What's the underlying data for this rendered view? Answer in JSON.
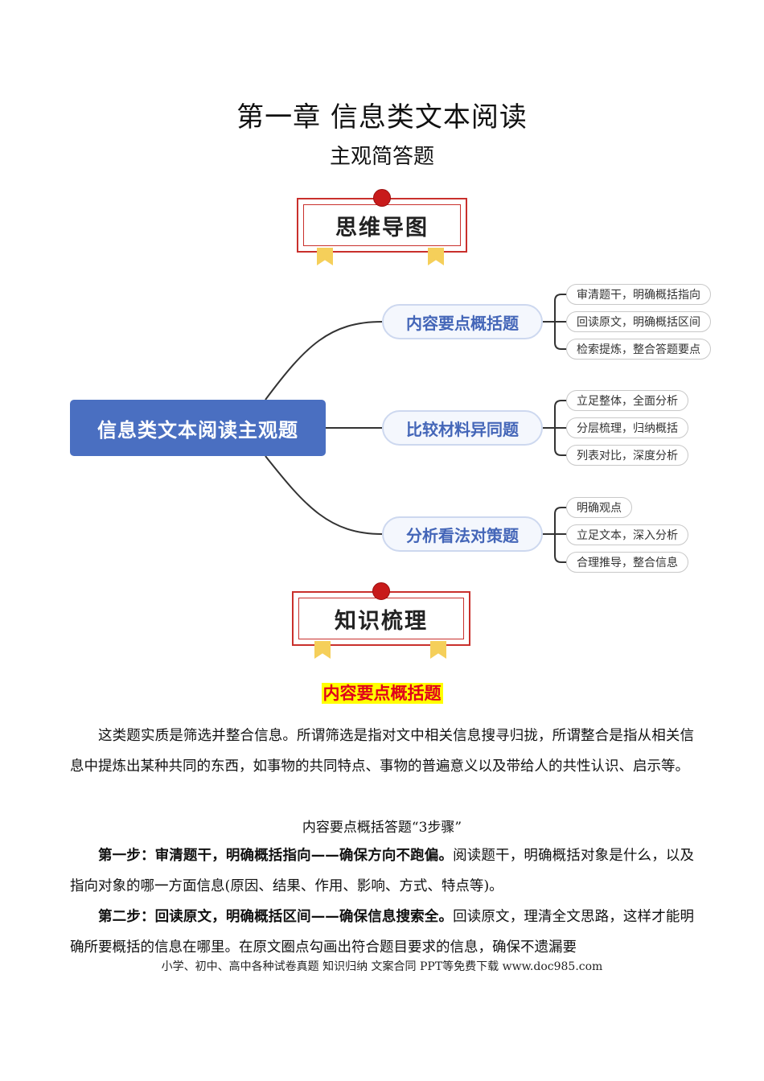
{
  "header": {
    "title": "第一章 信息类文本阅读",
    "subtitle": "主观简答题"
  },
  "banners": {
    "mindmap": "思维导图",
    "knowledge": "知识梳理"
  },
  "mindmap": {
    "root": "信息类文本阅读主观题",
    "branches": [
      {
        "label": "内容要点概括题",
        "leaves": [
          "审清题干，明确概括指向",
          "回读原文，明确概括区间",
          "检索提炼，整合答题要点"
        ]
      },
      {
        "label": "比较材料异同题",
        "leaves": [
          "立足整体，全面分析",
          "分层梳理，归纳概括",
          "列表对比，深度分析"
        ]
      },
      {
        "label": "分析看法对策题",
        "leaves": [
          "明确观点",
          "立足文本，深入分析",
          "合理推导，整合信息"
        ]
      }
    ]
  },
  "section": {
    "heading": "内容要点概括题",
    "intro": "这类题实质是筛选并整合信息。所谓筛选是指对文中相关信息搜寻归拢，所谓整合是指从相关信息中提炼出某种共同的东西，如事物的共同特点、事物的普遍意义以及带给人的共性认识、启示等。",
    "steps_title": "内容要点概括答题“3步骤”",
    "step1_lead": "第一步：审清题干，明确概括指向——确保方向不跑偏。",
    "step1_body": "阅读题干，明确概括对象是什么，以及指向对象的哪一方面信息(原因、结果、作用、影响、方式、特点等)。",
    "step2_lead": "第二步：回读原文，明确概括区间——确保信息搜索全。",
    "step2_body": "回读原文，理清全文思路，这样才能明确所要概括的信息在哪里。在原文圈点勾画出符合题目要求的信息，确保不遗漏要"
  },
  "footer": {
    "text": "小学、初中、高中各种试卷真题  知识归纳  文案合同  PPT等免费下载      www.doc985.com"
  }
}
